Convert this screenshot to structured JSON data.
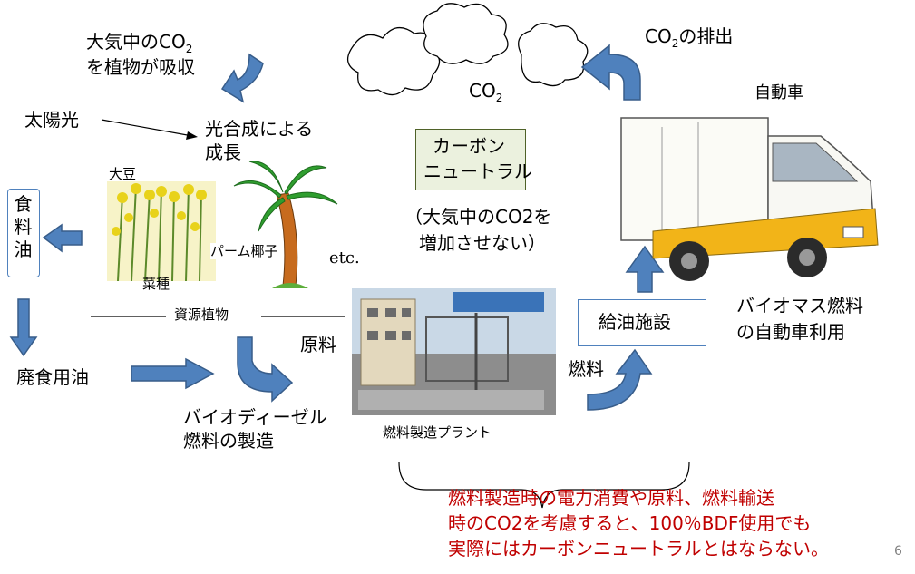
{
  "absorb": {
    "line1_pre": "大気中の",
    "line1_co": "CO",
    "line1_sub": "2",
    "line2": "を植物が吸収"
  },
  "sun": "太陽光",
  "photosynthesis": {
    "line1": "光合成による",
    "line2": "成長"
  },
  "soybean": "大豆",
  "rapeseed": "菜種",
  "palm": "パーム椰子",
  "etc": "etc.",
  "food_oil": {
    "c1": "食",
    "c2": "料",
    "c3": "油"
  },
  "resource_plants": "資源植物",
  "raw_material": "原料",
  "waste_oil": "廃食用油",
  "biodiesel": {
    "line1": "バイオディーゼル",
    "line2": "燃料の製造"
  },
  "plant_label": "燃料製造プラント",
  "fuel": "燃料",
  "carbon_neutral": {
    "line1": "カーボン",
    "line2": "ニュートラル"
  },
  "not_increase": {
    "line1": "（大気中のCO2を",
    "line2": "増加させない）"
  },
  "cloud_co2": {
    "co": "CO",
    "sub": "2"
  },
  "emission": {
    "co": "CO",
    "sub": "2",
    "rest": "の排出"
  },
  "car": "自動車",
  "station": "給油施設",
  "biomass": {
    "line1": "バイオマス燃料",
    "line2": "の自動車利用"
  },
  "note": {
    "line1": "燃料製造時の電力消費や原料、燃料輸送",
    "line2": "時のCO2を考慮すると、100％BDF使用でも",
    "line3": "実際にはカーボンニュートラルとはならない。"
  },
  "page_number": "6",
  "colors": {
    "arrow": "#4f81bd",
    "arrow_edge": "#385d8a",
    "red": "#c00000",
    "label_box_fill": "#ebf1de",
    "label_box_border": "#4f6228"
  }
}
